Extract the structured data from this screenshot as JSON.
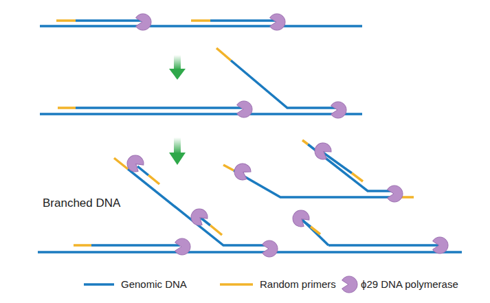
{
  "diagram": {
    "labels": [
      "Branched DNA"
    ],
    "legend": [
      {
        "text": "Genomic DNA"
      },
      {
        "text": "Random primers"
      },
      {
        "text": "ϕ29 DNA polymerase"
      }
    ]
  }
}
